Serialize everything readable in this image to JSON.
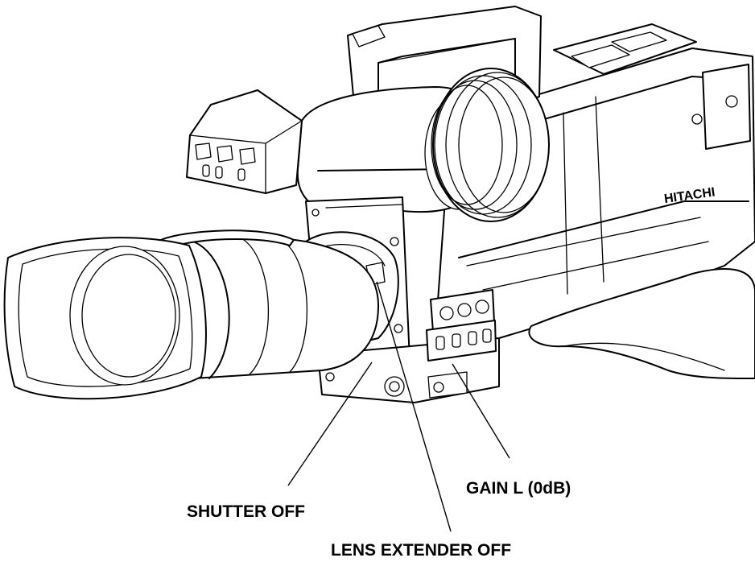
{
  "figure": {
    "brand_label": "HITACHI",
    "callouts": {
      "shutter": "SHUTTER OFF",
      "gain": "GAIN L (0dB)",
      "lens_extender": "LENS EXTENDER OFF"
    }
  },
  "colors": {
    "line": "#000000",
    "background": "#ffffff"
  }
}
